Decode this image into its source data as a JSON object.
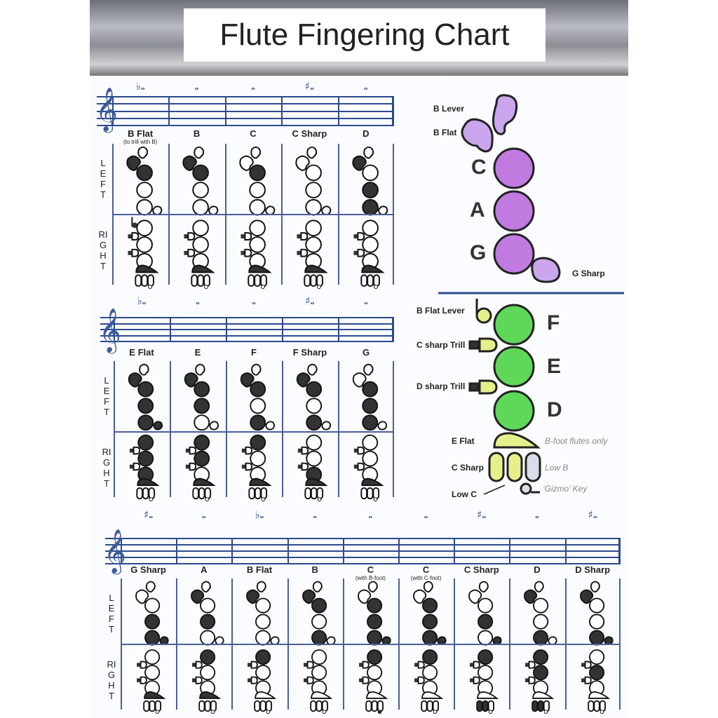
{
  "title": "Flute Fingering Chart",
  "side_labels": {
    "left": "LEFT",
    "right": "RIGHT"
  },
  "colors": {
    "staff": "#2c4a8c",
    "key_filled": "#333333",
    "upper_keys": "#c9a6ee",
    "lower_keys": "#5fd85a",
    "lever_keys": "#e6f08a",
    "low_b": "#d8dde8"
  },
  "rows": [
    {
      "notes": [
        {
          "name": "B Flat",
          "sub": "(to trill with B)",
          "pitch": "♭𝅝",
          "thumb": 1,
          "lever": 1,
          "l": [
            1,
            0,
            0
          ],
          "gs": 0,
          "r": [
            0,
            0,
            0
          ],
          "eb": 1,
          "foot": [
            0,
            0,
            0
          ],
          "gizmo": 0
        },
        {
          "name": "B",
          "sub": "",
          "pitch": "𝅝",
          "thumb": 1,
          "lever": 0,
          "l": [
            1,
            0,
            0
          ],
          "gs": 0,
          "r": [
            0,
            0,
            0
          ],
          "eb": 1,
          "foot": [
            0,
            0,
            0
          ],
          "gizmo": 0
        },
        {
          "name": "C",
          "sub": "",
          "pitch": "𝅝",
          "thumb": 0,
          "lever": 0,
          "l": [
            1,
            0,
            0
          ],
          "gs": 0,
          "r": [
            0,
            0,
            0
          ],
          "eb": 1,
          "foot": [
            0,
            0,
            0
          ],
          "gizmo": 0
        },
        {
          "name": "C Sharp",
          "sub": "",
          "pitch": "♯𝅝",
          "thumb": 0,
          "lever": 0,
          "l": [
            0,
            0,
            0
          ],
          "gs": 0,
          "r": [
            0,
            0,
            0
          ],
          "eb": 1,
          "foot": [
            0,
            0,
            0
          ],
          "gizmo": 0
        },
        {
          "name": "D",
          "sub": "",
          "pitch": "𝅝",
          "thumb": 1,
          "lever": 0,
          "l": [
            0,
            1,
            1
          ],
          "gs": 0,
          "r": [
            0,
            0,
            0
          ],
          "eb": 1,
          "foot": [
            0,
            0,
            0
          ],
          "gizmo": 0
        }
      ]
    },
    {
      "notes": [
        {
          "name": "E Flat",
          "sub": "",
          "pitch": "♭𝅝",
          "thumb": 1,
          "lever": 0,
          "l": [
            1,
            1,
            1
          ],
          "gs": 1,
          "r": [
            1,
            1,
            1
          ],
          "eb": 1,
          "foot": [
            0,
            0,
            0
          ],
          "gizmo": 0
        },
        {
          "name": "E",
          "sub": "",
          "pitch": "𝅝",
          "thumb": 1,
          "lever": 0,
          "l": [
            1,
            1,
            0
          ],
          "gs": 0,
          "r": [
            1,
            1,
            0
          ],
          "eb": 1,
          "foot": [
            0,
            0,
            0
          ],
          "gizmo": 0
        },
        {
          "name": "F",
          "sub": "",
          "pitch": "𝅝",
          "thumb": 1,
          "lever": 0,
          "l": [
            1,
            0,
            1
          ],
          "gs": 0,
          "r": [
            1,
            0,
            0
          ],
          "eb": 1,
          "foot": [
            0,
            0,
            0
          ],
          "gizmo": 0
        },
        {
          "name": "F Sharp",
          "sub": "",
          "pitch": "♯𝅝",
          "thumb": 1,
          "lever": 0,
          "l": [
            1,
            0,
            1
          ],
          "gs": 0,
          "r": [
            0,
            0,
            1
          ],
          "eb": 1,
          "foot": [
            0,
            0,
            0
          ],
          "gizmo": 0
        },
        {
          "name": "G",
          "sub": "",
          "pitch": "𝅝",
          "thumb": 0,
          "lever": 0,
          "l": [
            1,
            1,
            1
          ],
          "gs": 0,
          "r": [
            0,
            0,
            0
          ],
          "eb": 1,
          "foot": [
            0,
            0,
            0
          ],
          "gizmo": 0
        }
      ]
    },
    {
      "notes": [
        {
          "name": "G Sharp",
          "sub": "",
          "pitch": "♯𝅝",
          "thumb": 0,
          "lever": 0,
          "l": [
            0,
            1,
            1
          ],
          "gs": 1,
          "r": [
            0,
            0,
            0
          ],
          "eb": 1,
          "foot": [
            0,
            0,
            0
          ],
          "gizmo": 0
        },
        {
          "name": "A",
          "sub": "",
          "pitch": "𝅝",
          "thumb": 1,
          "lever": 0,
          "l": [
            0,
            1,
            0
          ],
          "gs": 0,
          "r": [
            1,
            0,
            0
          ],
          "eb": 1,
          "foot": [
            0,
            0,
            0
          ],
          "gizmo": 0
        },
        {
          "name": "B Flat",
          "sub": "",
          "pitch": "♭𝅝",
          "thumb": 1,
          "lever": 0,
          "l": [
            0,
            0,
            0
          ],
          "gs": 0,
          "r": [
            1,
            0,
            0
          ],
          "eb": 0,
          "foot": [
            0,
            0,
            0
          ],
          "gizmo": 0
        },
        {
          "name": "B",
          "sub": "",
          "pitch": "𝅝",
          "thumb": 1,
          "lever": 0,
          "l": [
            1,
            0,
            1
          ],
          "gs": 0,
          "r": [
            0,
            0,
            0
          ],
          "eb": 0,
          "foot": [
            0,
            0,
            0
          ],
          "gizmo": 0
        },
        {
          "name": "C",
          "sub": "(with B-foot)",
          "pitch": "𝅝",
          "thumb": 0,
          "lever": 0,
          "l": [
            1,
            1,
            1
          ],
          "gs": 1,
          "r": [
            1,
            0,
            0
          ],
          "eb": 0,
          "foot": [
            0,
            0,
            0
          ],
          "gizmo": 1
        },
        {
          "name": "C",
          "sub": "(with C-foot)",
          "pitch": "𝅝",
          "thumb": 0,
          "lever": 0,
          "l": [
            1,
            1,
            1
          ],
          "gs": 1,
          "r": [
            1,
            0,
            0
          ],
          "eb": 0,
          "foot": [
            0,
            0,
            0
          ],
          "gizmo": 0
        },
        {
          "name": "C Sharp",
          "sub": "",
          "pitch": "♯𝅝",
          "thumb": 0,
          "lever": 0,
          "l": [
            0,
            1,
            0
          ],
          "gs": 1,
          "r": [
            1,
            0,
            0
          ],
          "eb": 0,
          "foot": [
            1,
            1,
            0
          ],
          "gizmo": 0
        },
        {
          "name": "D",
          "sub": "",
          "pitch": "𝅝",
          "thumb": 1,
          "lever": 0,
          "l": [
            0,
            0,
            1
          ],
          "gs": 0,
          "r": [
            1,
            1,
            0
          ],
          "eb": 0,
          "foot": [
            1,
            1,
            0
          ],
          "gizmo": 0
        },
        {
          "name": "D Sharp",
          "sub": "",
          "pitch": "♯𝅝",
          "thumb": 1,
          "lever": 0,
          "l": [
            0,
            0,
            1
          ],
          "gs": 1,
          "r": [
            0,
            1,
            0
          ],
          "eb": 0,
          "foot": [
            0,
            0,
            0
          ],
          "gizmo": 0
        }
      ]
    }
  ],
  "key_diagram": {
    "b_lever": "B Lever",
    "b_flat": "B Flat",
    "c": "C",
    "a": "A",
    "g": "G",
    "g_sharp": "G Sharp",
    "b_flat_lever": "B Flat Lever",
    "c_sharp_trill": "C sharp Trill",
    "d_sharp_trill": "D sharp Trill",
    "f": "F",
    "e": "E",
    "d": "D",
    "e_flat": "E Flat",
    "b_foot_only": "B-foot flutes only",
    "c_sharp": "C Sharp",
    "low_b": "Low B",
    "gizmo_key": "‘Gizmo’ Key",
    "low_c": "Low C"
  }
}
